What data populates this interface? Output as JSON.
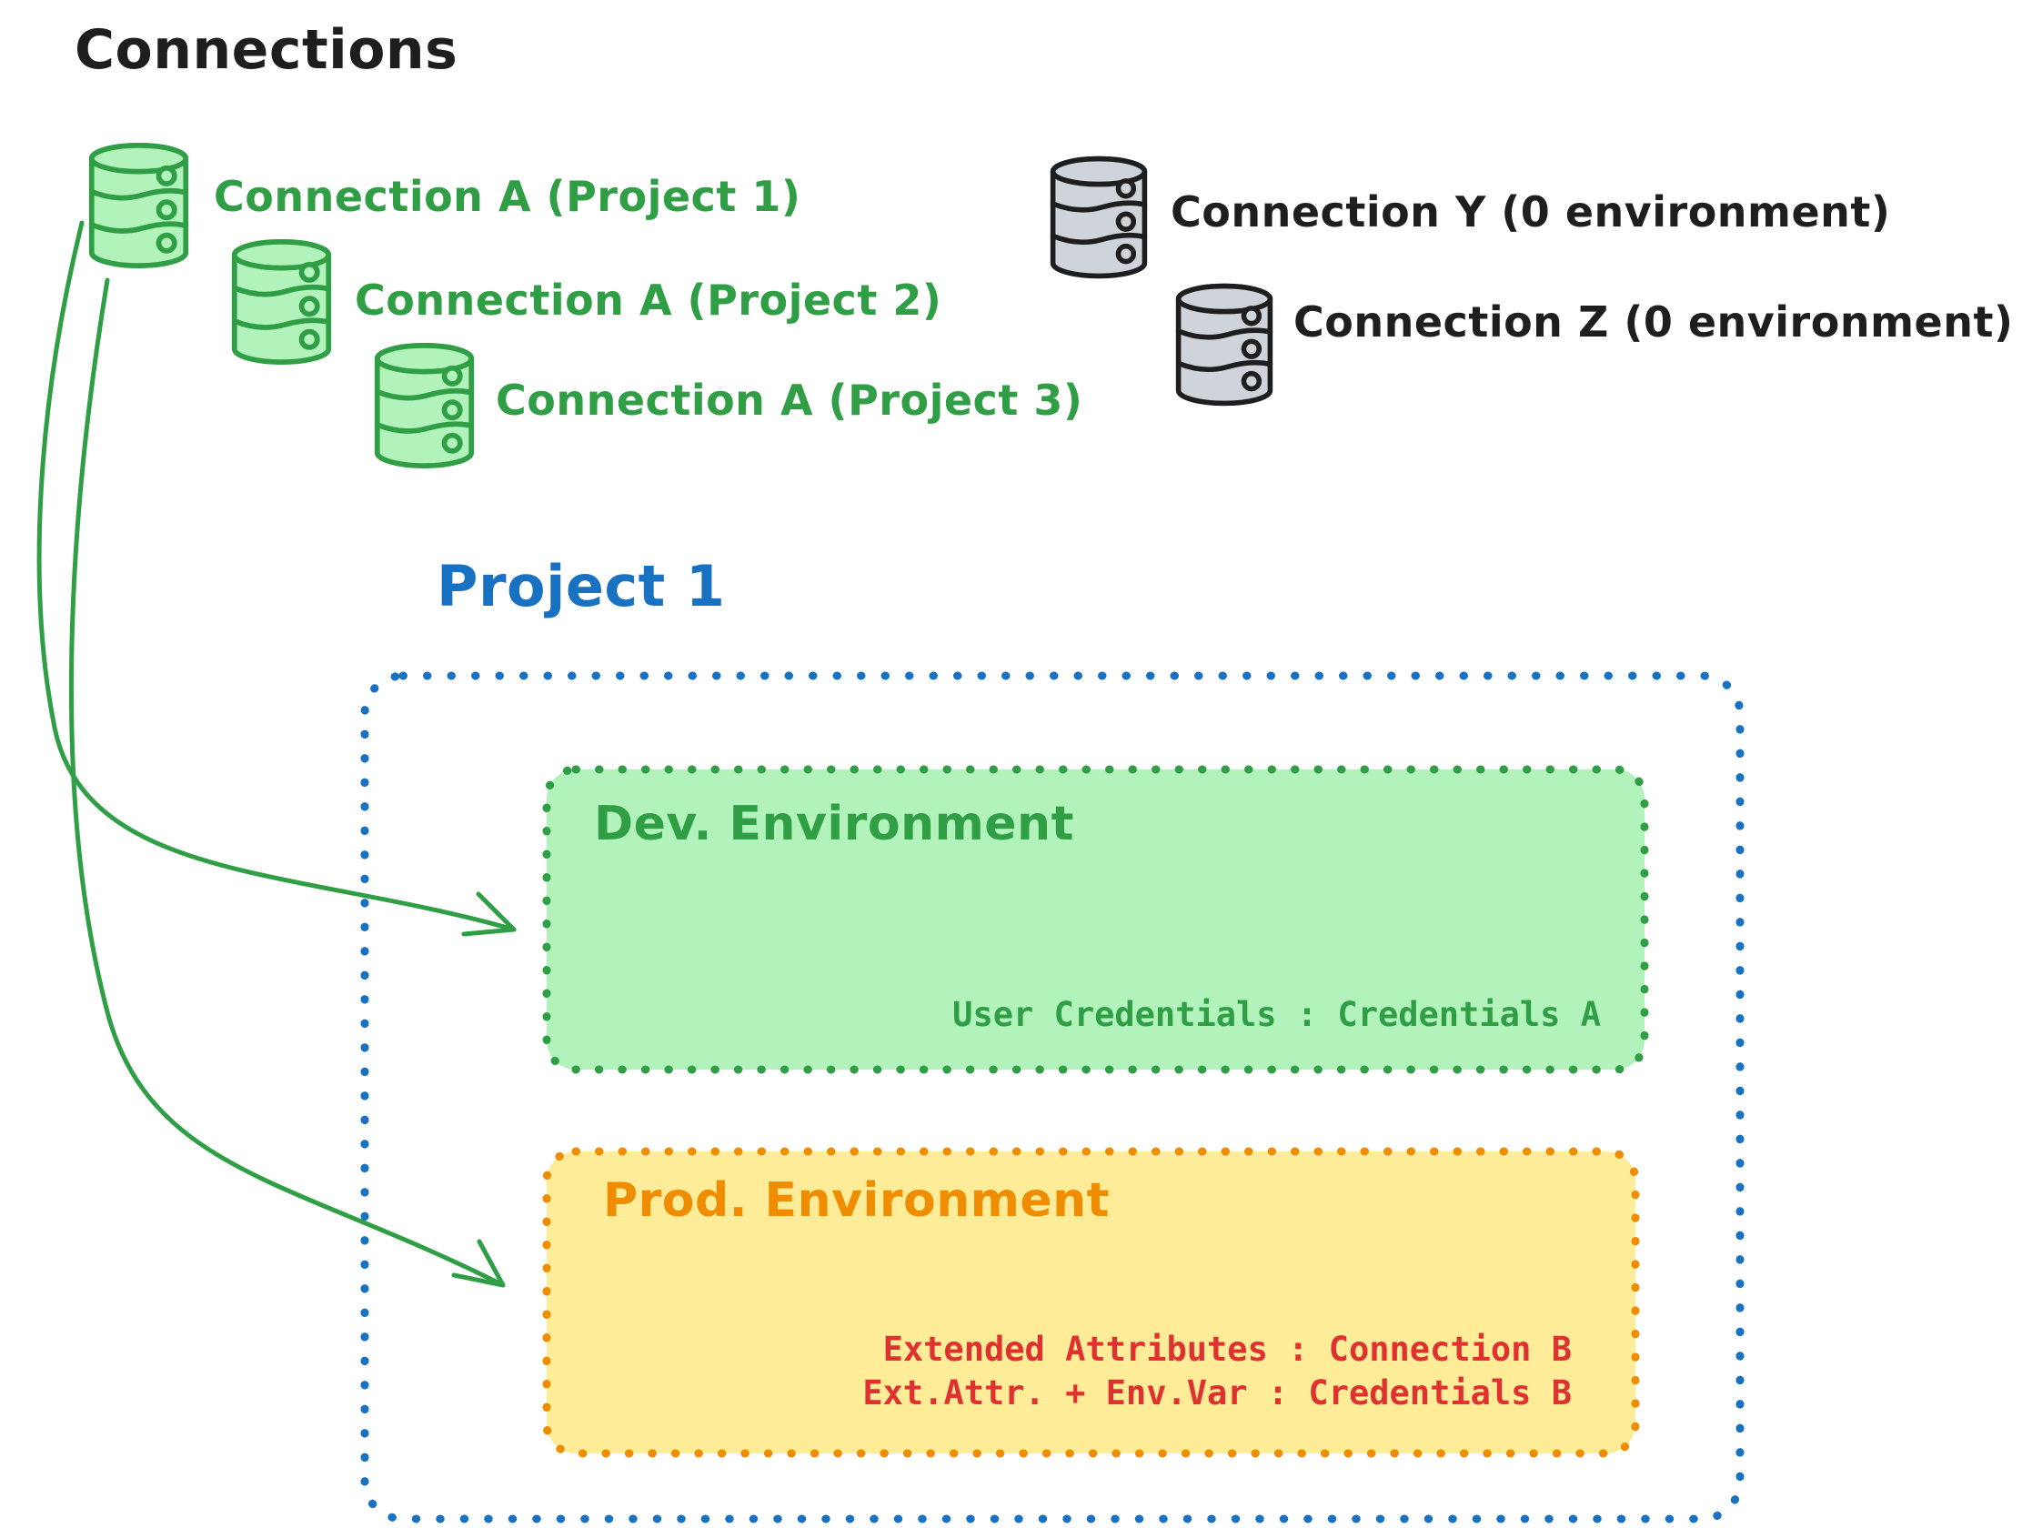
{
  "title": "Connections",
  "colors": {
    "ink": "#1e1e1e",
    "green_stroke": "#2f9e44",
    "green_fill": "#b2f2bb",
    "gray_fill": "#ced4da",
    "blue": "#1971c2",
    "orange": "#f08c00",
    "yellow_fill": "#ffec99",
    "red": "#e03131"
  },
  "connections": {
    "project_scoped": [
      {
        "icon": "database-icon",
        "color": "green",
        "label": "Connection A (Project 1)"
      },
      {
        "icon": "database-icon",
        "color": "green",
        "label": "Connection A (Project 2)"
      },
      {
        "icon": "database-icon",
        "color": "green",
        "label": "Connection A (Project 3)"
      }
    ],
    "unscoped": [
      {
        "icon": "database-icon",
        "color": "gray",
        "label": "Connection Y (0 environment)"
      },
      {
        "icon": "database-icon",
        "color": "gray",
        "label": "Connection Z (0 environment)"
      }
    ]
  },
  "project": {
    "title": "Project 1",
    "environments": [
      {
        "name": "Dev. Environment",
        "mappings": [
          "User Credentials : Credentials A"
        ]
      },
      {
        "name": "Prod. Environment",
        "mappings": [
          "Extended Attributes : Connection B",
          "Ext.Attr. + Env.Var : Credentials B"
        ]
      }
    ]
  },
  "arrows": [
    {
      "from": "Connection A (Project 1)",
      "to": "Dev. Environment"
    },
    {
      "from": "Connection A (Project 1)",
      "to": "Prod. Environment"
    }
  ]
}
